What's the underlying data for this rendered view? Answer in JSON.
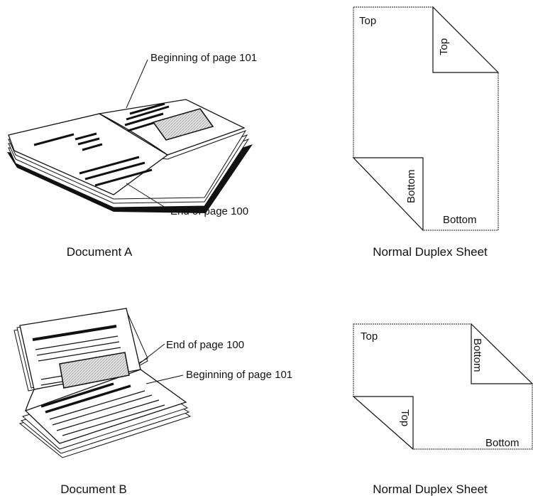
{
  "document_a": {
    "callout_top": "Beginning of page 101",
    "callout_bottom": "End of page 100",
    "caption": "Document A"
  },
  "document_b": {
    "callout_top": "End of page 100",
    "callout_bottom": "Beginning of page 101",
    "caption": "Document B"
  },
  "duplex_sheet_1": {
    "caption": "Normal Duplex Sheet",
    "top_label": "Top",
    "fold_top_label": "Top",
    "fold_bottom_label": "Bottom",
    "bottom_label": "Bottom"
  },
  "duplex_sheet_2": {
    "caption": "Normal Duplex Sheet",
    "top_label": "Top",
    "fold_top_label": "Bottom",
    "fold_bottom_label": "Top",
    "bottom_label": "Bottom"
  },
  "colors": {
    "line": "#111111",
    "hatch": "#cfcfcf"
  }
}
